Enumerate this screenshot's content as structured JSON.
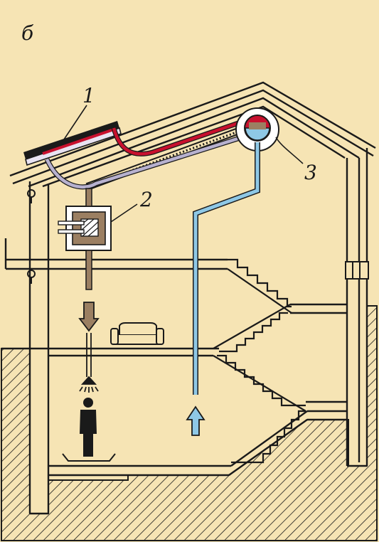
{
  "panel_letter": "б",
  "labels": {
    "collector": "1",
    "heat_exchanger": "2",
    "storage_tank": "3"
  },
  "colors": {
    "background": "#f6e4b4",
    "line": "#1a1a1a",
    "hot_pipe": "#c8102e",
    "cold_pipe": "#8ec8e6",
    "return_pipe": "#b7b1cf",
    "duct": "#9b7f62",
    "person": "#1a1a1a"
  },
  "icons": [
    "collector-panel-icon",
    "heat-exchanger-icon",
    "storage-tank-icon",
    "shower-head-icon",
    "person-icon",
    "sofa-icon",
    "damper-icon",
    "up-arrow-icon",
    "down-arrow-icon"
  ]
}
